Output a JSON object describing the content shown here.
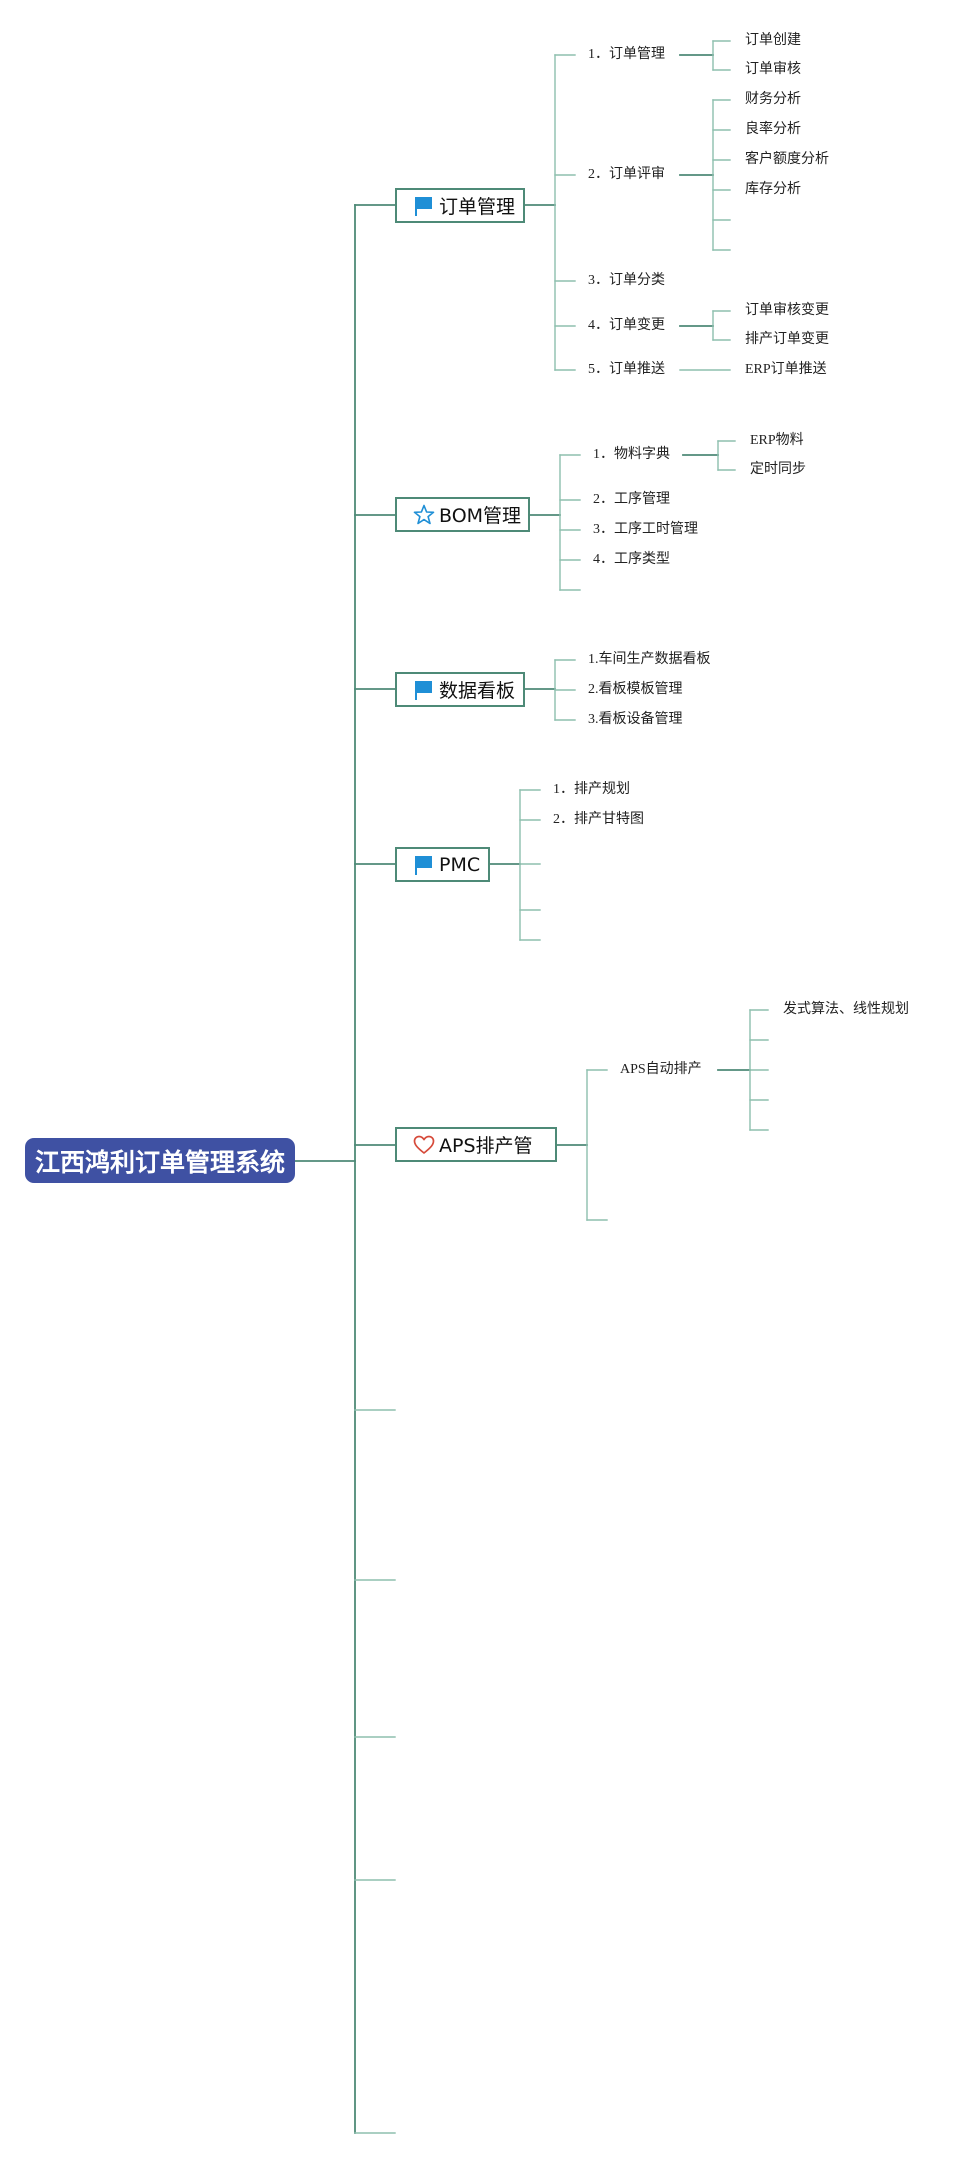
{
  "root": {
    "label": "江西鸿利订单管理系统"
  },
  "colors": {
    "root_bg": "#3f51a3",
    "line": "#4e8a77",
    "line_light": "#8dbfae",
    "flag_icon": "#1f8fd6",
    "star_icon": "#1f8fd6",
    "heart_icon": "#d64a3a"
  },
  "categories": [
    {
      "label": "订单管理",
      "icon": "flag-icon",
      "children": [
        {
          "label": "1．订单管理",
          "children": [
            "订单创建",
            "订单审核"
          ]
        },
        {
          "label": "2．订单评审",
          "children": [
            "财务分析",
            "良率分析",
            "客户额度分析",
            "库存分析"
          ]
        },
        {
          "label": "3．订单分类",
          "children": []
        },
        {
          "label": "4．订单变更",
          "children": [
            "订单审核变更",
            "排产订单变更"
          ]
        },
        {
          "label": "5．订单推送",
          "children": [
            "ERP订单推送"
          ]
        }
      ]
    },
    {
      "label": "BOM管理",
      "icon": "star-icon",
      "children": [
        {
          "label": "1．物料字典",
          "children": [
            "ERP物料",
            "定时同步"
          ]
        },
        {
          "label": "2．工序管理",
          "children": []
        },
        {
          "label": "3．工序工时管理",
          "children": []
        },
        {
          "label": "4．工序类型",
          "children": []
        }
      ]
    },
    {
      "label": "数据看板",
      "icon": "flag-icon",
      "children": [
        {
          "label": "1.车间生产数据看板",
          "children": []
        },
        {
          "label": "2.看板模板管理",
          "children": []
        },
        {
          "label": "3.看板设备管理",
          "children": []
        }
      ]
    },
    {
      "label": "PMC",
      "icon": "flag-icon",
      "children": [
        {
          "label": "1．排产规划",
          "children": []
        },
        {
          "label": "2．排产甘特图",
          "children": []
        }
      ]
    },
    {
      "label": "APS排产管",
      "icon": "heart-icon",
      "children": [
        {
          "label": "APS自动排产",
          "children": [
            "发式算法、线性规划"
          ]
        }
      ]
    }
  ]
}
